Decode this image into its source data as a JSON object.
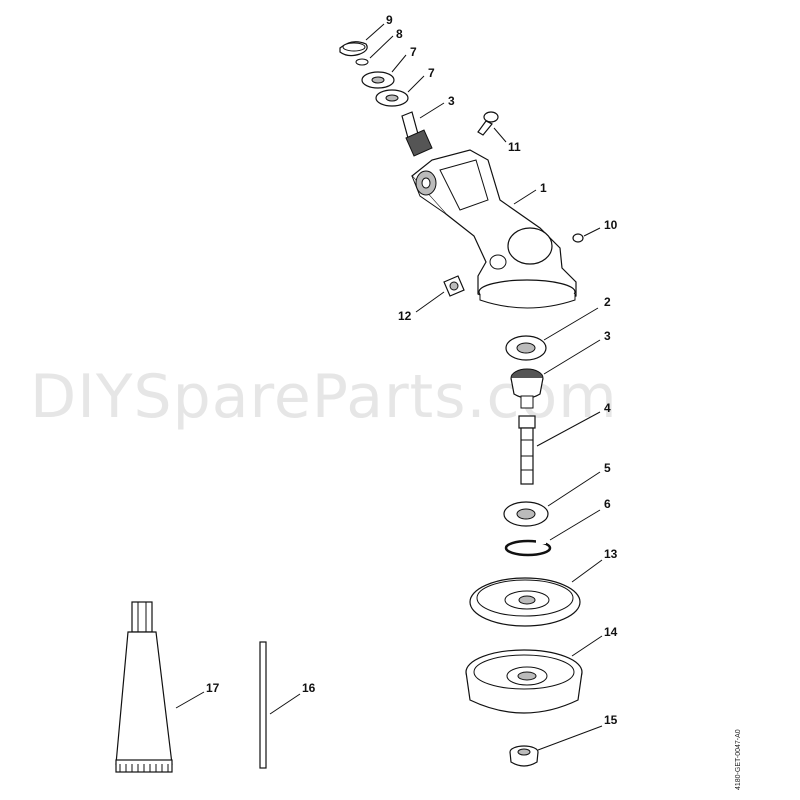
{
  "watermark": "DIYSpareParts.com",
  "drawing_code": "4180-GET-0047-A0",
  "parts": [
    {
      "id": "9",
      "label": "9"
    },
    {
      "id": "8",
      "label": "8"
    },
    {
      "id": "7a",
      "label": "7"
    },
    {
      "id": "7b",
      "label": "7"
    },
    {
      "id": "3a",
      "label": "3"
    },
    {
      "id": "11",
      "label": "11"
    },
    {
      "id": "1",
      "label": "1"
    },
    {
      "id": "10",
      "label": "10"
    },
    {
      "id": "12",
      "label": "12"
    },
    {
      "id": "2",
      "label": "2"
    },
    {
      "id": "3b",
      "label": "3"
    },
    {
      "id": "4",
      "label": "4"
    },
    {
      "id": "5",
      "label": "5"
    },
    {
      "id": "6",
      "label": "6"
    },
    {
      "id": "13",
      "label": "13"
    },
    {
      "id": "14",
      "label": "14"
    },
    {
      "id": "15",
      "label": "15"
    },
    {
      "id": "16",
      "label": "16"
    },
    {
      "id": "17",
      "label": "17"
    }
  ]
}
